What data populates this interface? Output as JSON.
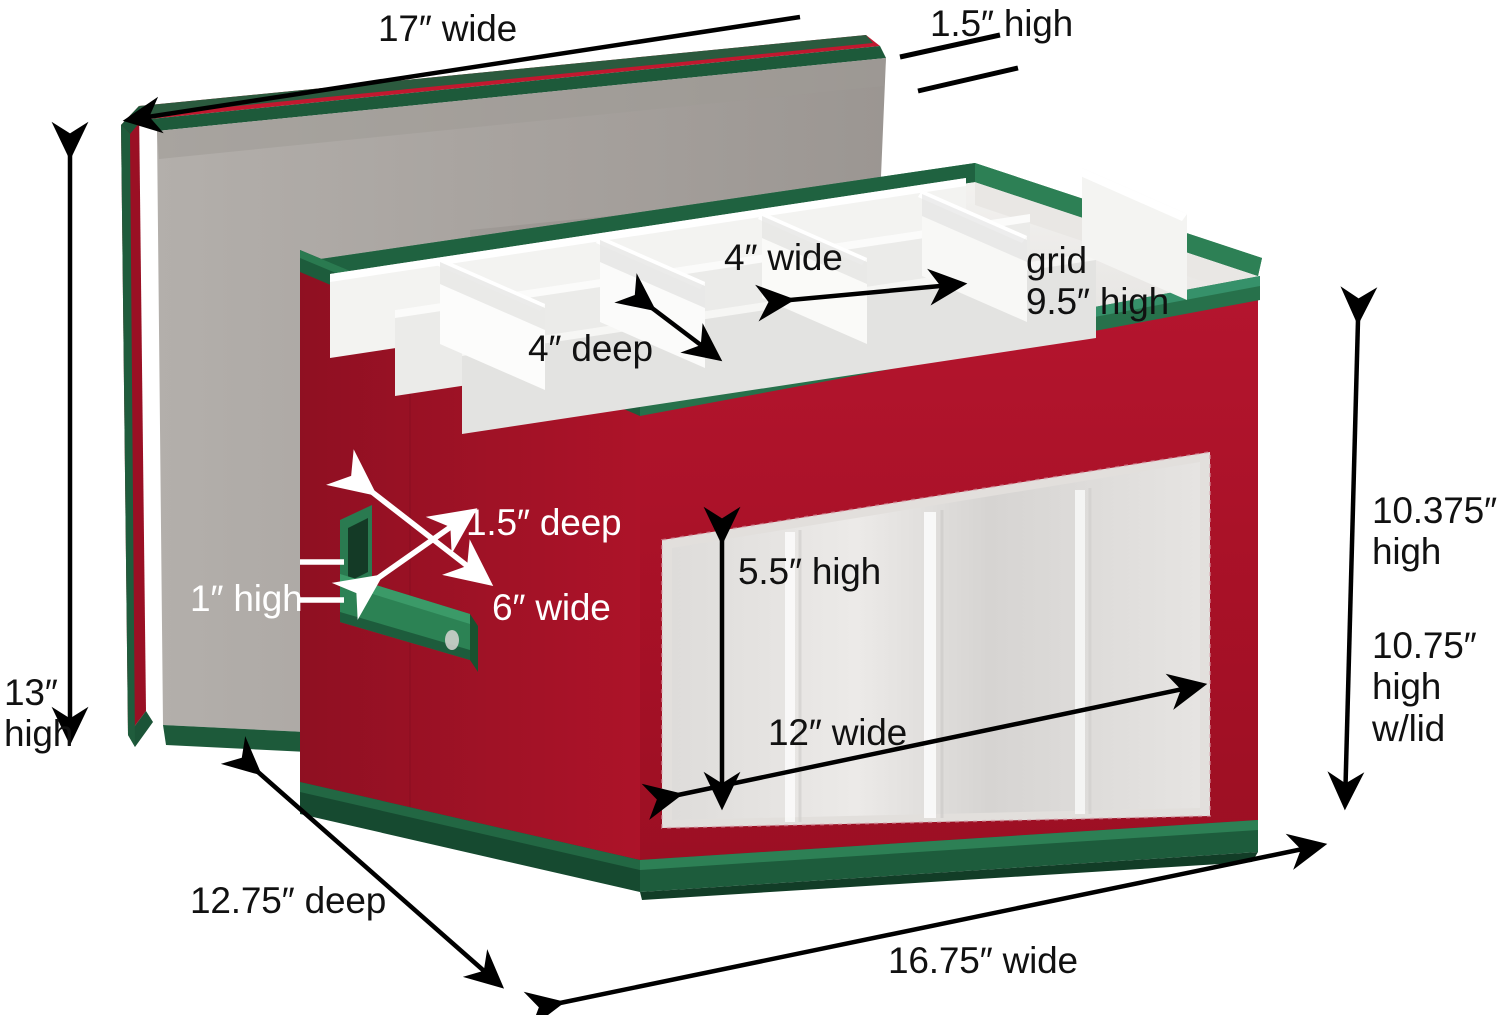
{
  "diagram": {
    "title": "Ornament storage box dimension diagram",
    "colors": {
      "box_red": "#ab1228",
      "box_red_dark": "#8d0f22",
      "box_red_light": "#c2182f",
      "trim_green": "#1d5c3c",
      "trim_green_dark": "#14452c",
      "trim_green_light": "#2b7a51",
      "liner_gray": "#a9a5a2",
      "divider_white": "#f2f2f0",
      "window_clear": "#d9d9d7",
      "arrow_black": "#000000",
      "label_white": "#ffffff",
      "background": "#ffffff"
    },
    "labels": {
      "lid_width": "17″ wide",
      "lid_height": "1.5″ high",
      "lid_total_height": "13″\nhigh",
      "cell_width": "4″ wide",
      "cell_depth": "4″ deep",
      "grid_height": "grid\n9.5″ high",
      "handle_depth": "1.5″ deep",
      "handle_width": "6″ wide",
      "handle_height": "1″ high",
      "window_height": "5.5″ high",
      "window_width": "12″ wide",
      "box_height": "10.375″\nhigh",
      "box_height_with_lid": "10.75″\nhigh\nw/lid",
      "box_depth": "12.75″ deep",
      "box_width": "16.75″ wide"
    }
  }
}
